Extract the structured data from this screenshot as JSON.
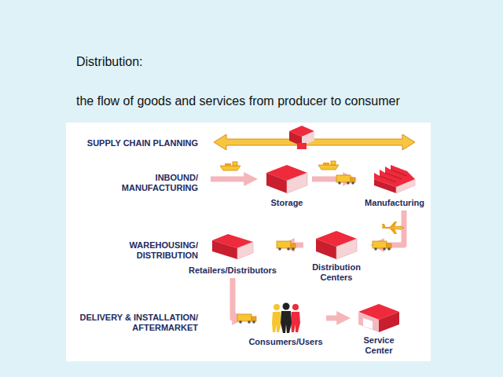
{
  "diagram": {
    "title": "Distribution:",
    "nodes": [
      {
        "text": [
          "Storage"
        ]
      },
      {
        "text": [
          "Manufacturing"
        ]
      },
      {
        "text": [
          "Distribution Centers"
        ]
      },
      {
        "text": [
          "Retailers/Distributors"
        ]
      },
      {
        "text": [
          "Consumers/Users"
        ]
      },
      {
        "text": [
          "Service Center"
        ]
      }
    ],
    "edges": [
      {
        "from": 0,
        "to": 1,
        "arrow": "to"
      },
      {
        "from": 1,
        "to": 2,
        "arrow": "to"
      },
      {
        "from": 2,
        "to": 3,
        "arrow": "to"
      },
      {
        "from": 3,
        "to": 4,
        "arrow": "to"
      },
      {
        "from": 4,
        "to": 5,
        "arrow": "to"
      }
    ],
    "labels": [
      "the flow of goods and services from producer to consumer",
      "SUPPLY CHAIN PLANNING",
      "INBOUND/ MANUFACTURING",
      "WAREHOUSING/ DISTRIBUTION",
      "DELIVERY & INSTALLATION/ AFTERMARKET"
    ]
  }
}
